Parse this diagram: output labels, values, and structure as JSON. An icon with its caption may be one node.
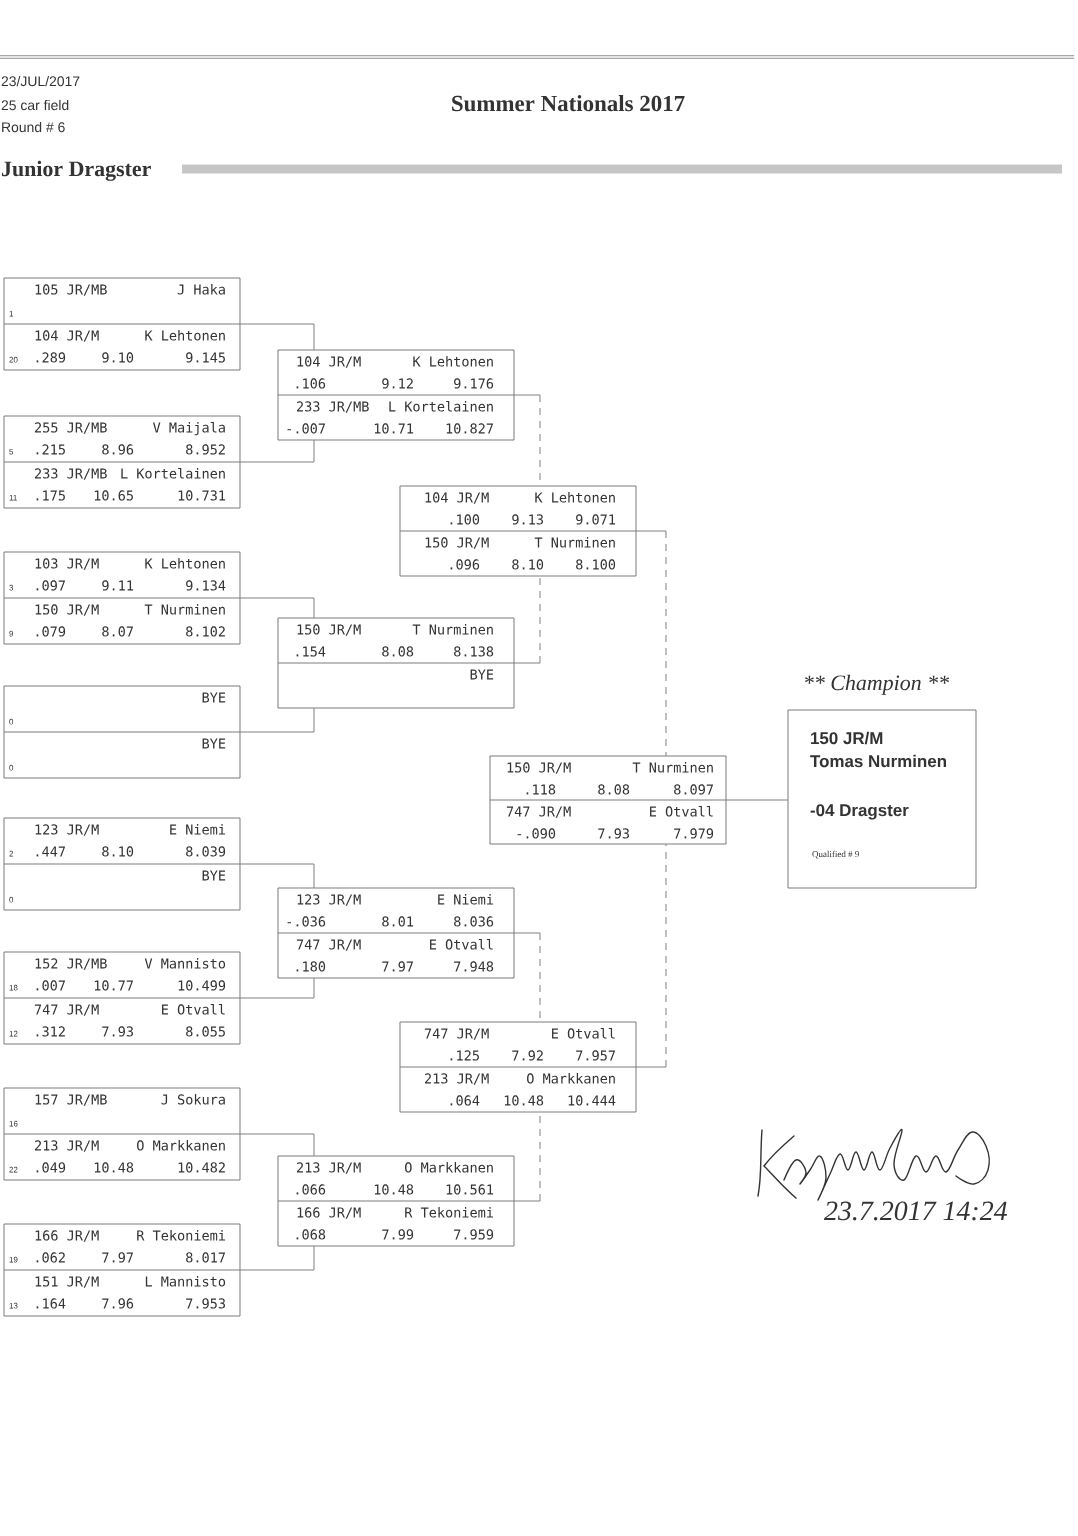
{
  "diagram": {
    "title": "Summer Nationals 2017",
    "nodes": [
      {
        "text": [
          "105 JR/MB",
          "J Haka",
          "1",
          "104 JR/M",
          "K Lehtonen",
          "20",
          ".289",
          "9.10",
          "9.145"
        ]
      },
      {
        "text": [
          "255 JR/MB",
          "V Maijala",
          "5",
          ".215",
          "8.96",
          "8.952",
          "233 JR/MB",
          "L Kortelainen",
          "11",
          ".175",
          "10.65",
          "10.731"
        ]
      },
      {
        "text": [
          "103 JR/M",
          "K Lehtonen",
          "3",
          ".097",
          "9.11",
          "9.134",
          "150 JR/M",
          "T Nurminen",
          "9",
          ".079",
          "8.07",
          "8.102"
        ]
      },
      {
        "text": [
          "BYE",
          "0",
          "BYE",
          "0"
        ]
      },
      {
        "text": [
          "123 JR/M",
          "E Niemi",
          "2",
          ".447",
          "8.10",
          "8.039",
          "BYE",
          "0"
        ]
      },
      {
        "text": [
          "152 JR/MB",
          "V Mannisto",
          "18",
          ".007",
          "10.77",
          "10.499",
          "747 JR/M",
          "E Otvall",
          "12",
          ".312",
          "7.93",
          "8.055"
        ]
      },
      {
        "text": [
          "157 JR/MB",
          "J Sokura",
          "16",
          "213 JR/M",
          "O Markkanen",
          "22",
          ".049",
          "10.48",
          "10.482"
        ]
      },
      {
        "text": [
          "166 JR/M",
          "R Tekoniemi",
          "19",
          ".062",
          "7.97",
          "8.017",
          "151 JR/M",
          "L Mannisto",
          "13",
          ".164",
          "7.96",
          "7.953"
        ]
      },
      {
        "text": [
          "104 JR/M",
          "K Lehtonen",
          ".106",
          "9.12",
          "9.176",
          "233 JR/MB",
          "L Kortelainen",
          "-.007",
          "10.71",
          "10.827"
        ]
      },
      {
        "text": [
          "150 JR/M",
          "T Nurminen",
          ".154",
          "8.08",
          "8.138",
          "BYE"
        ]
      },
      {
        "text": [
          "123 JR/M",
          "E Niemi",
          "-.036",
          "8.01",
          "8.036",
          "747 JR/M",
          "E Otvall",
          ".180",
          "7.97",
          "7.948"
        ]
      },
      {
        "text": [
          "213 JR/M",
          "O Markkanen",
          ".066",
          "10.48",
          "10.561",
          "166 JR/M",
          "R Tekoniemi",
          ".068",
          "7.99",
          "7.959"
        ]
      },
      {
        "text": [
          "104 JR/M",
          "K Lehtonen",
          ".100",
          "9.13",
          "9.071",
          "150 JR/M",
          "T Nurminen",
          ".096",
          "8.10",
          "8.100"
        ]
      },
      {
        "text": [
          "747 JR/M",
          "E Otvall",
          ".125",
          "7.92",
          "7.957",
          "213 JR/M",
          "O Markkanen",
          ".064",
          "10.48",
          "10.444"
        ]
      },
      {
        "text": [
          "150 JR/M",
          "T Nurminen",
          ".118",
          "8.08",
          "8.097",
          "747 JR/M",
          "E Otvall",
          "-.090",
          "7.93",
          "7.979"
        ]
      },
      {
        "text": [
          "** Champion **",
          "150 JR/M",
          "Tomas Nurminen",
          "-04 Dragster",
          "Qualified # 9"
        ]
      }
    ],
    "edges": [
      {
        "from": 0,
        "to": 8,
        "arrow": "none"
      },
      {
        "from": 1,
        "to": 8,
        "arrow": "none"
      },
      {
        "from": 2,
        "to": 9,
        "arrow": "none"
      },
      {
        "from": 3,
        "to": 9,
        "arrow": "none"
      },
      {
        "from": 4,
        "to": 10,
        "arrow": "none"
      },
      {
        "from": 5,
        "to": 10,
        "arrow": "none"
      },
      {
        "from": 6,
        "to": 11,
        "arrow": "none"
      },
      {
        "from": 7,
        "to": 11,
        "arrow": "none"
      },
      {
        "from": 8,
        "to": 12,
        "arrow": "none",
        "style": "dashed"
      },
      {
        "from": 9,
        "to": 12,
        "arrow": "none",
        "style": "dashed"
      },
      {
        "from": 10,
        "to": 13,
        "arrow": "none",
        "style": "dashed"
      },
      {
        "from": 11,
        "to": 13,
        "arrow": "none",
        "style": "dashed"
      },
      {
        "from": 12,
        "to": 14,
        "arrow": "none",
        "style": "dashed"
      },
      {
        "from": 13,
        "to": 14,
        "arrow": "none",
        "style": "dashed"
      },
      {
        "from": 14,
        "to": 15,
        "arrow": "none"
      }
    ],
    "labels": [
      "23/JUL/2017",
      "25 car field",
      "Round # 6",
      "Junior Dragster",
      "23.7.2017 14:24"
    ]
  }
}
